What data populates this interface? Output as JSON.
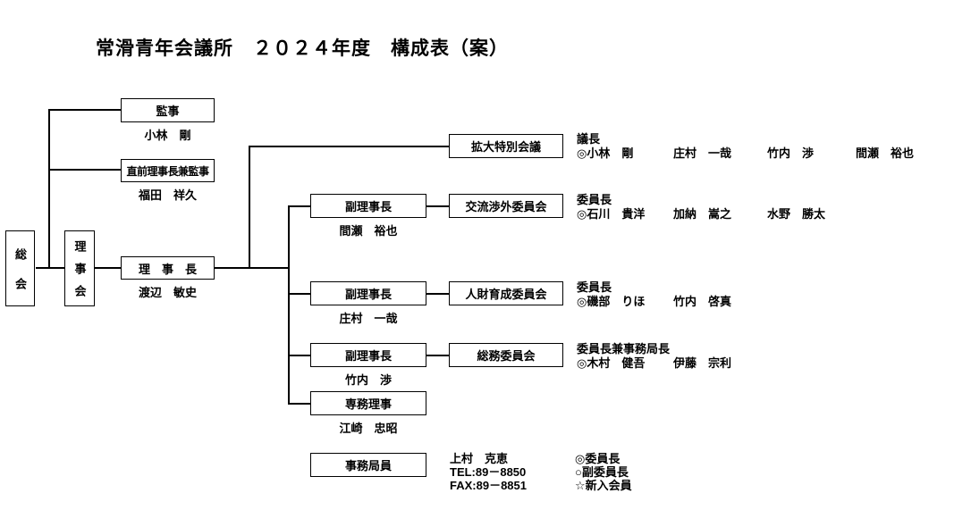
{
  "title": "常滑青年会議所　２０２４年度　構成表（案）",
  "colors": {
    "line": "#000000",
    "text": "#000000",
    "background": "#ffffff"
  },
  "left": {
    "soukai": "総会",
    "rijikai": "理事会",
    "kanji": {
      "label": "監事",
      "name": "小林　剛"
    },
    "chokuzen": {
      "label": "直前理事長兼監事",
      "name": "福田　祥久"
    },
    "rijicho": {
      "label": "理　事　長",
      "name": "渡辺　敏史"
    }
  },
  "rows": [
    {
      "committee": "拡大特別会議",
      "role": "議長",
      "members": [
        "◎小林　剛",
        "庄村　一哉",
        "竹内　渉",
        "間瀬　裕也"
      ]
    },
    {
      "officer": "副理事長",
      "officer_name": "間瀬　裕也",
      "committee": "交流渉外委員会",
      "role": "委員長",
      "members": [
        "◎石川　貴洋",
        "加納　嵩之",
        "水野　勝太"
      ]
    },
    {
      "officer": "副理事長",
      "officer_name": "庄村　一哉",
      "committee": "人財育成委員会",
      "role": "委員長",
      "members": [
        "◎磯部　りほ",
        "竹内　啓真"
      ]
    },
    {
      "officer": "副理事長",
      "officer_name": "竹内　渉",
      "committee": "総務委員会",
      "role": "委員長兼事務局長",
      "members": [
        "◎木村　健吾",
        "伊藤　宗利"
      ]
    },
    {
      "officer": "専務理事",
      "officer_name": "江崎　忠昭"
    }
  ],
  "secretariat": {
    "label": "事務局員",
    "name": "上村　克恵",
    "tel": "TEL:89－8850",
    "fax": "FAX:89－8851"
  },
  "legend": [
    "◎委員長",
    "○副委員長",
    "☆新入会員"
  ]
}
